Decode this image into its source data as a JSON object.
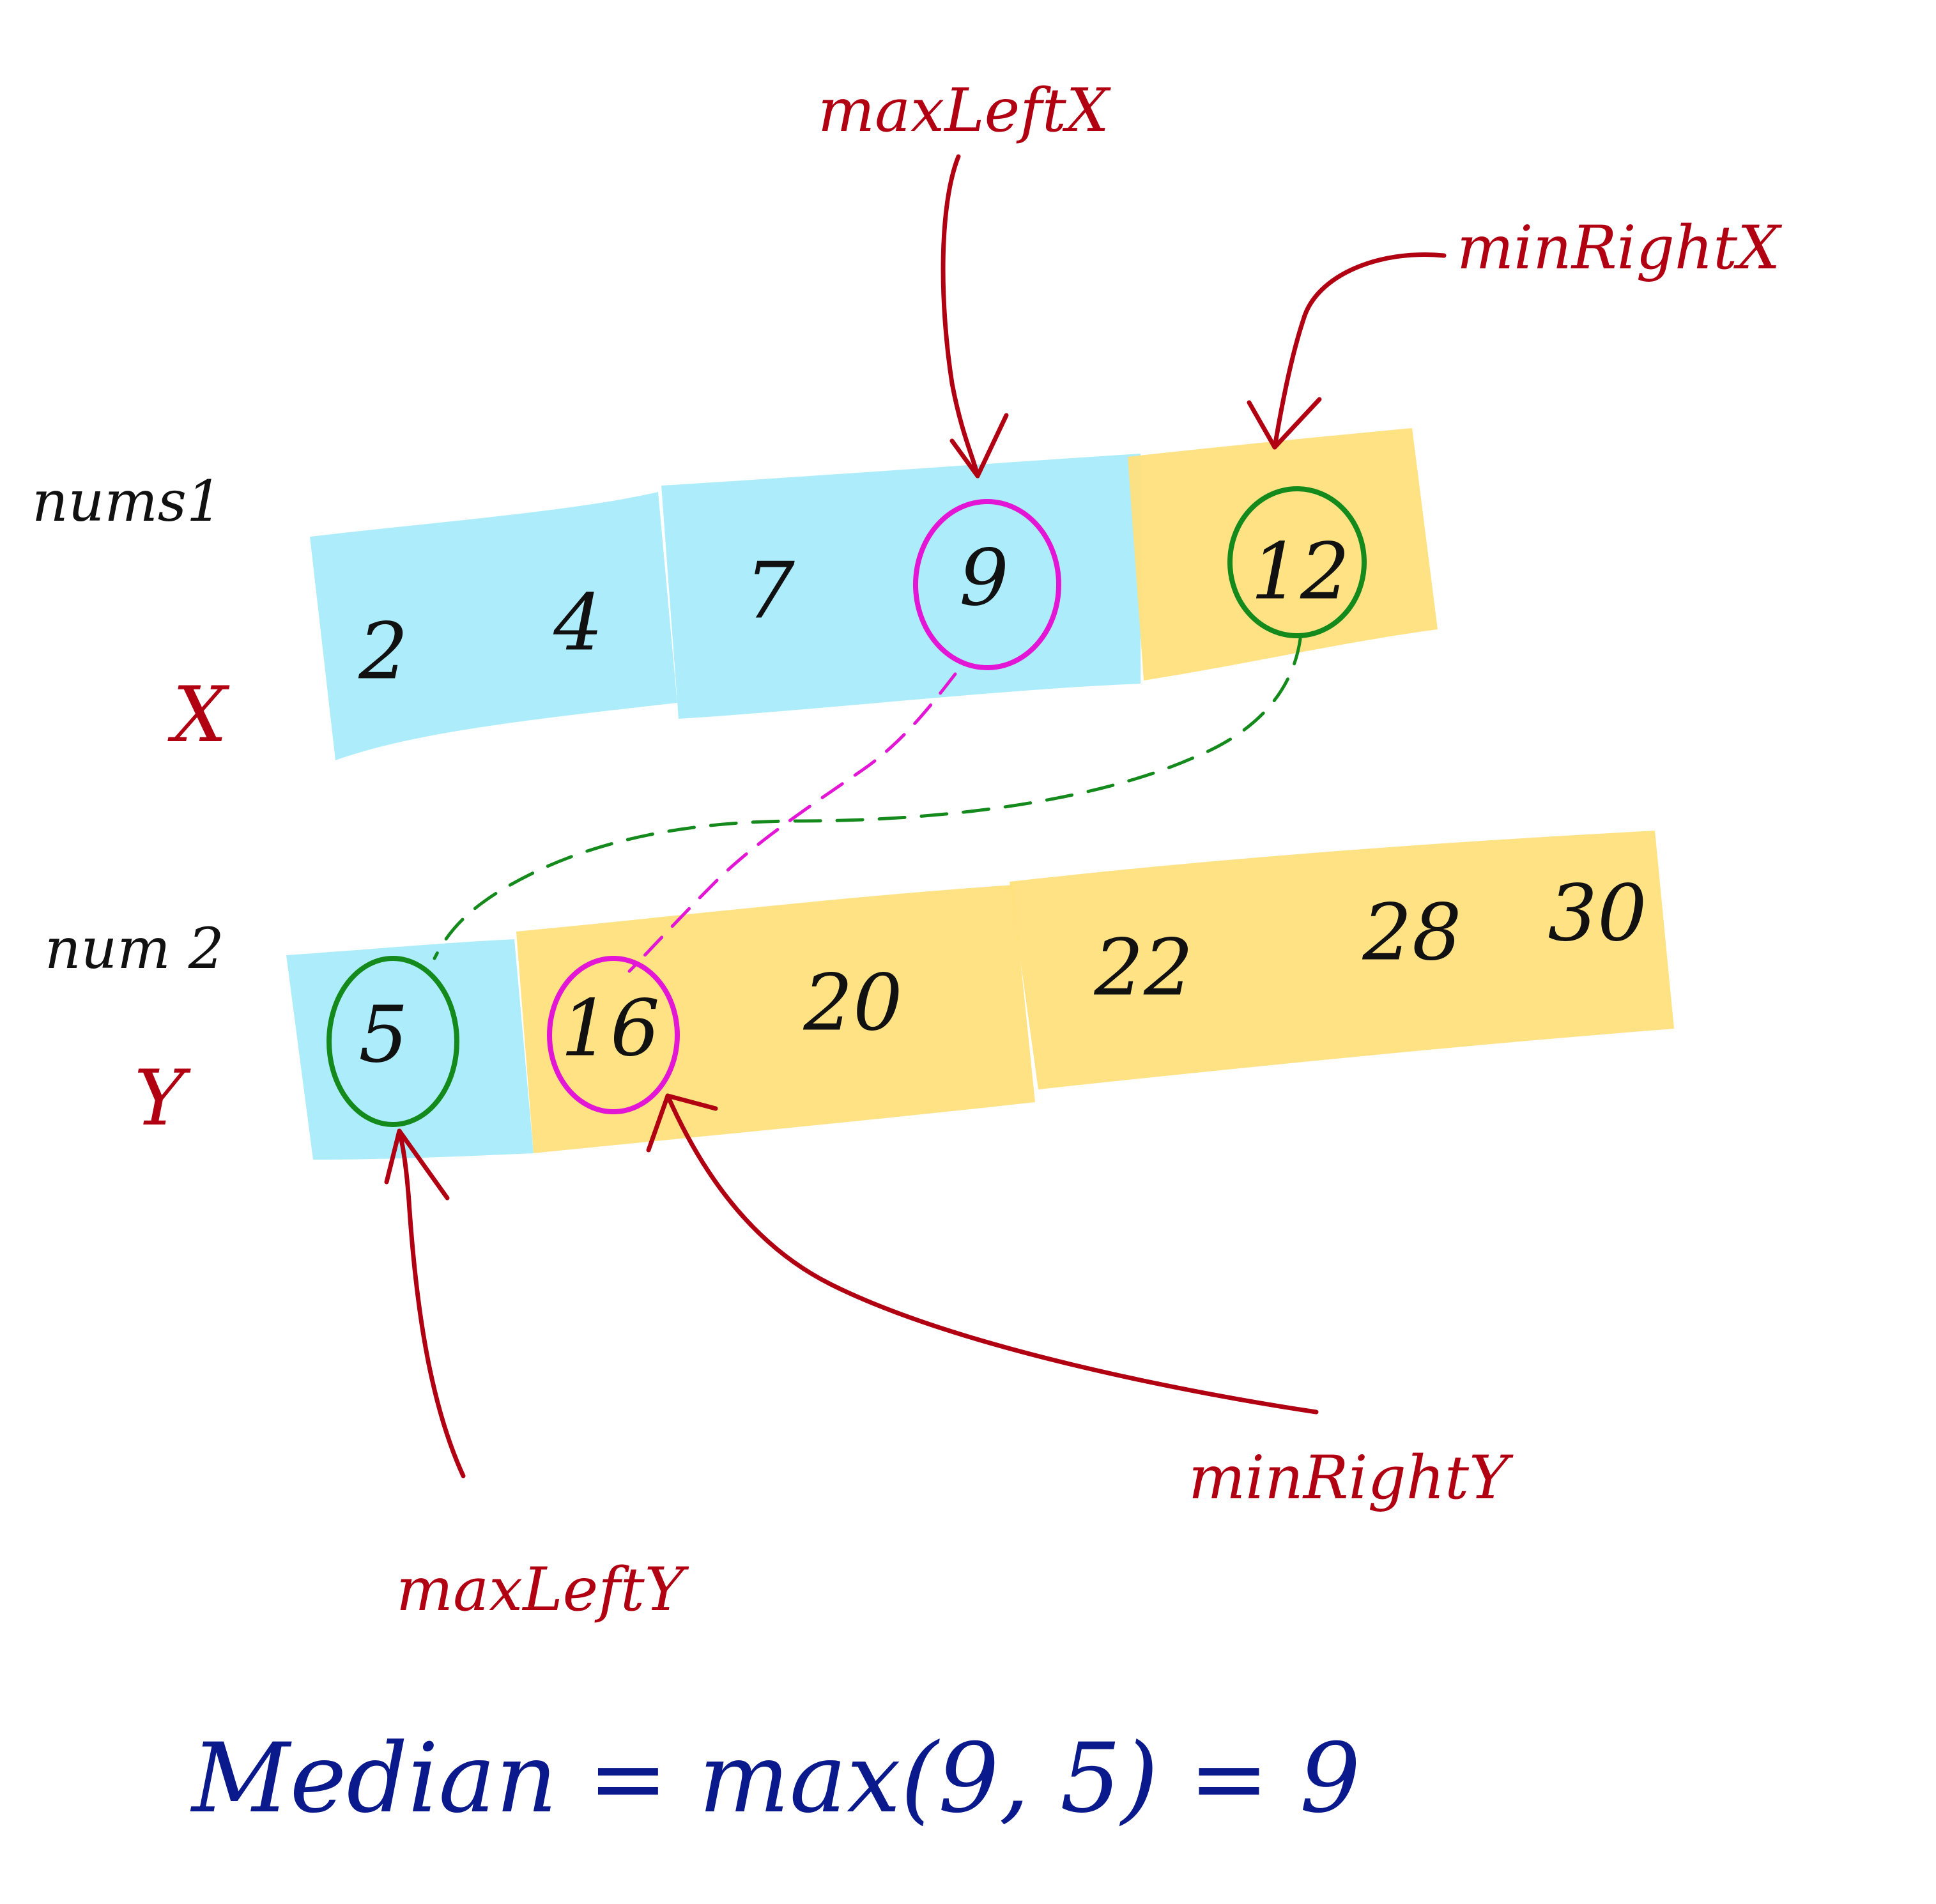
{
  "diagram": {
    "top_label_main": "nums1",
    "top_label_var": "X",
    "bottom_label_main": "num 2",
    "bottom_label_var": "Y",
    "row1_values": [
      "2",
      "4",
      "7",
      "9",
      "12"
    ],
    "row2_values": [
      "5",
      "16",
      "20",
      "22",
      "28",
      "30"
    ],
    "annotation_max_left_x": "maxLeftX",
    "annotation_min_right_x": "minRightX",
    "annotation_max_left_y": "maxLeftY",
    "annotation_min_right_y": "minRightY",
    "formula": "Median = max(9, 5) = 9",
    "colors": {
      "left_partition": "#a9ecfb",
      "right_partition": "#ffe07d",
      "annotation_red": "#b00012",
      "formula_blue": "#0a1a8c",
      "magenta": "#e316d6",
      "green": "#148a1c"
    }
  }
}
